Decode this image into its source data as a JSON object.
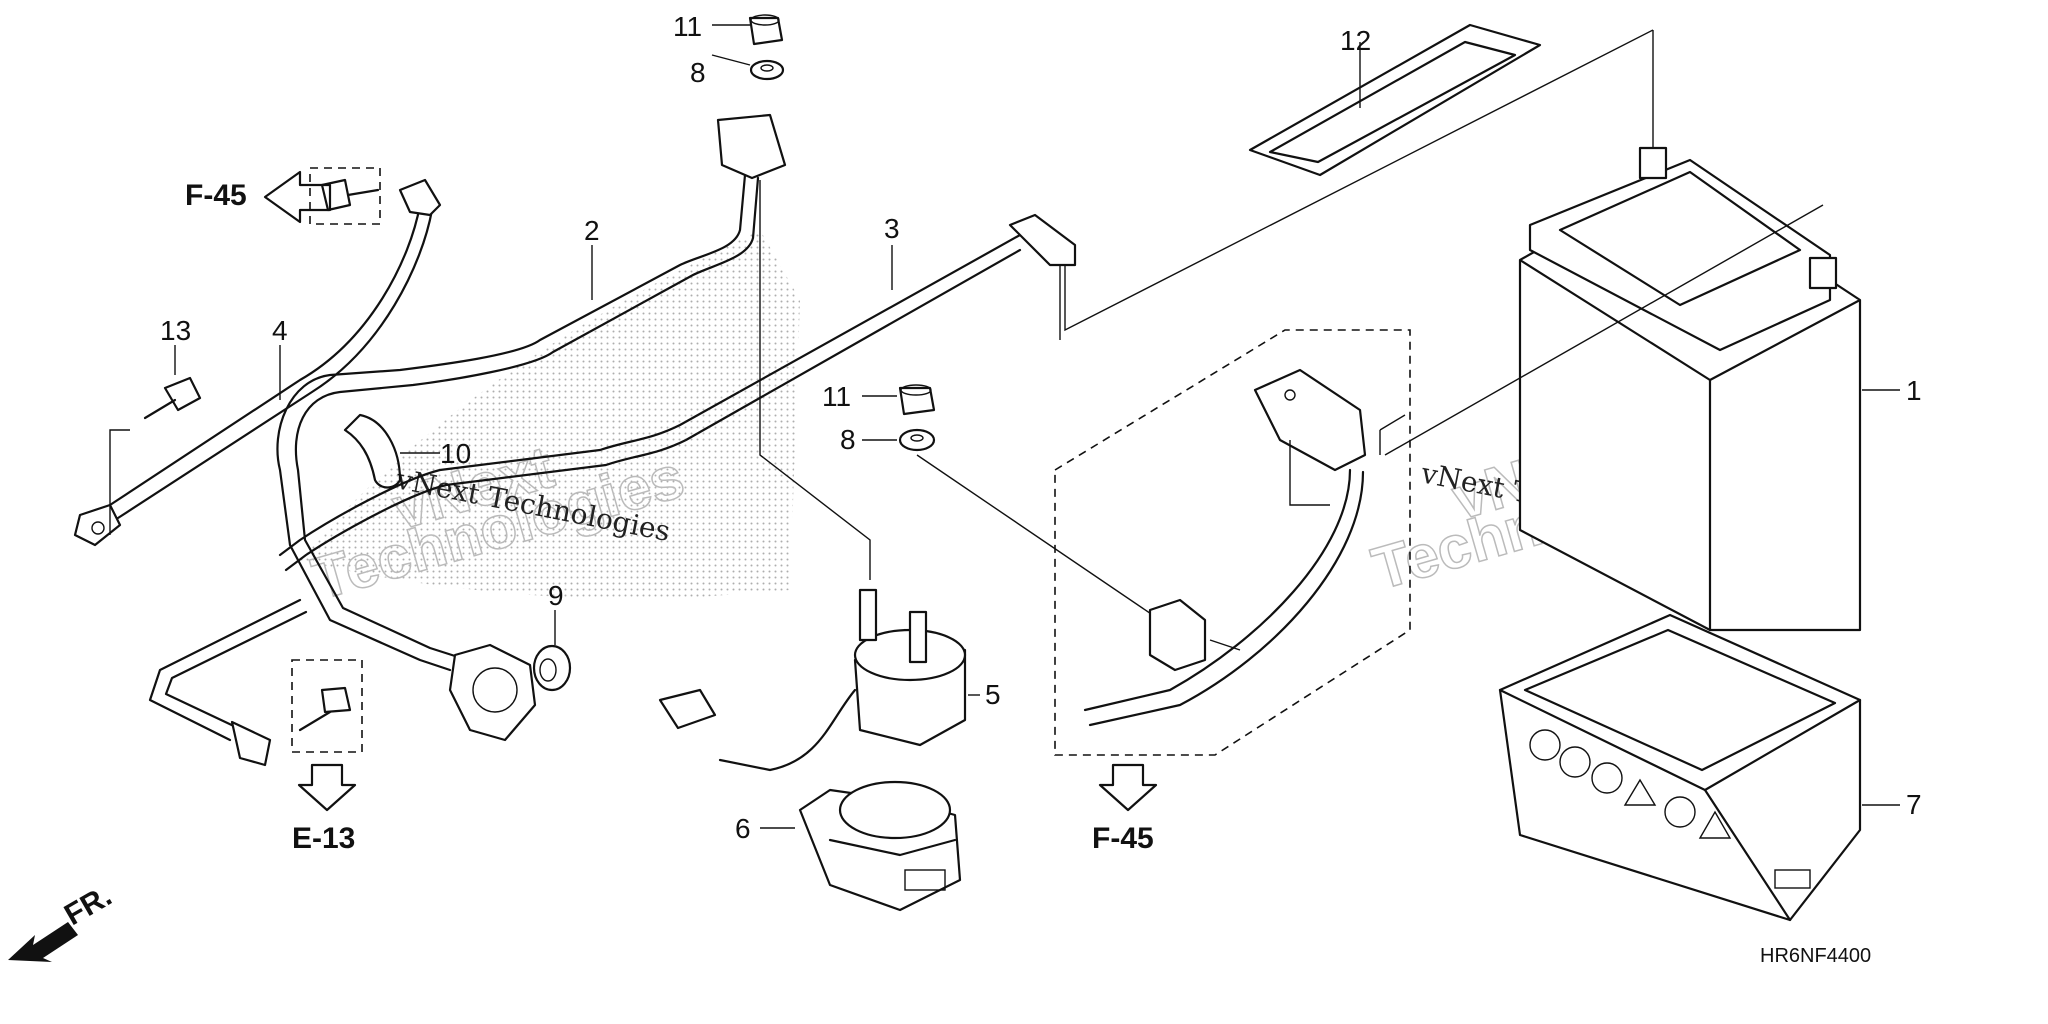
{
  "diagram_code": "HR6NF4400",
  "front_marker": "FR.",
  "watermark": {
    "brand": "vNext",
    "word": "Technologies",
    "line": "vNext Technologies"
  },
  "references": {
    "f45_upper": "F-45",
    "f45_lower": "F-45",
    "e13": "E-13"
  },
  "callouts": {
    "c1": "1",
    "c2": "2",
    "c3": "3",
    "c4": "4",
    "c5": "5",
    "c6": "6",
    "c7": "7",
    "c8a": "8",
    "c8b": "8",
    "c9": "9",
    "c10": "10",
    "c11a": "11",
    "c11b": "11",
    "c12": "12",
    "c13": "13"
  }
}
